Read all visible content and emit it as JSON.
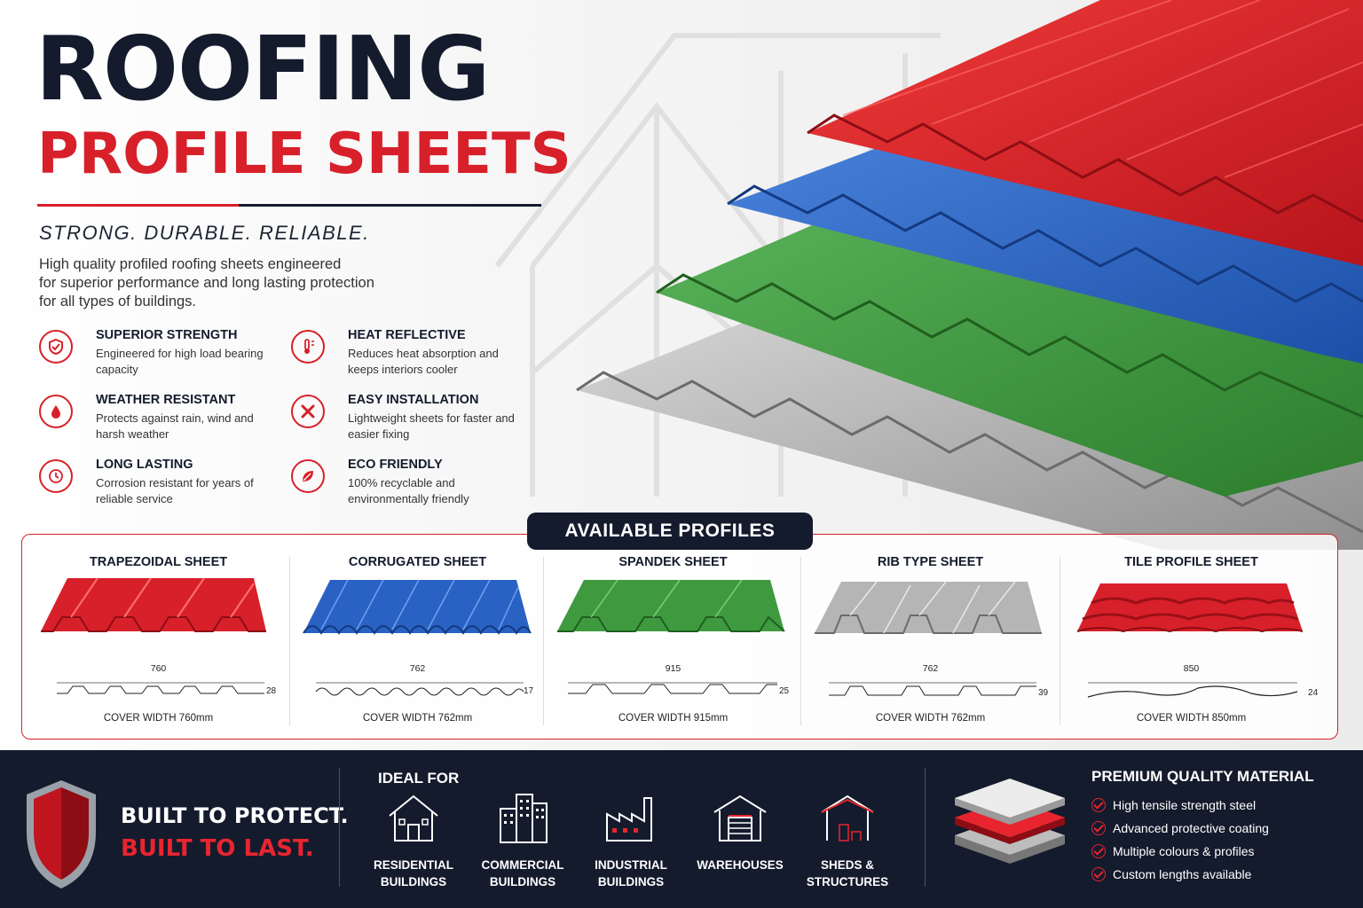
{
  "header": {
    "title_line1": "ROOFING",
    "title_line2": "PROFILE SHEETS",
    "tagline": "STRONG. DURABLE. RELIABLE.",
    "description": [
      "High quality profiled roofing sheets engineered",
      "for superior performance and long lasting protection",
      "for all types of buildings."
    ]
  },
  "features": [
    {
      "title": "SUPERIOR STRENGTH",
      "desc": "Engineered for high load bearing capacity",
      "icon": "shield-icon"
    },
    {
      "title": "HEAT REFLECTIVE",
      "desc": "Reduces heat absorption and keeps interiors cooler",
      "icon": "thermometer-icon"
    },
    {
      "title": "WEATHER RESISTANT",
      "desc": "Protects against rain, wind and harsh weather",
      "icon": "droplet-icon"
    },
    {
      "title": "EASY INSTALLATION",
      "desc": "Lightweight sheets for faster and easier fixing",
      "icon": "tools-icon"
    },
    {
      "title": "LONG LASTING",
      "desc": "Corrosion resistant for years of reliable service",
      "icon": "clock-icon"
    },
    {
      "title": "ECO FRIENDLY",
      "desc": "100% recyclable and environmentally friendly",
      "icon": "leaf-icon"
    }
  ],
  "profiles": {
    "label": "AVAILABLE PROFILES",
    "items": [
      {
        "name": "TRAPEZOIDAL SHEET",
        "width": "760",
        "height": "28",
        "cover": "COVER WIDTH 760mm",
        "color": "#d8202a"
      },
      {
        "name": "CORRUGATED SHEET",
        "width": "762",
        "height": "17",
        "cover": "COVER WIDTH 762mm",
        "color": "#2a62c4"
      },
      {
        "name": "SPANDEK SHEET",
        "width": "915",
        "height": "25",
        "cover": "COVER WIDTH 915mm",
        "color": "#3f9a3f"
      },
      {
        "name": "RIB TYPE SHEET",
        "width": "762",
        "height": "39",
        "cover": "COVER WIDTH 762mm",
        "color": "#a9a9a9"
      },
      {
        "name": "TILE PROFILE SHEET",
        "width": "850",
        "height": "24",
        "cover": "COVER WIDTH 850mm",
        "color": "#d8202a"
      }
    ]
  },
  "footer": {
    "built_line1": "BUILT TO PROTECT.",
    "built_line2": "BUILT TO LAST.",
    "ideal_title": "IDEAL FOR",
    "ideal": [
      {
        "label": "RESIDENTIAL BUILDINGS",
        "icon": "house-icon"
      },
      {
        "label": "COMMERCIAL BUILDINGS",
        "icon": "office-building-icon"
      },
      {
        "label": "INDUSTRIAL BUILDINGS",
        "icon": "factory-icon"
      },
      {
        "label": "WAREHOUSES",
        "icon": "warehouse-icon"
      },
      {
        "label": "SHEDS & STRUCTURES",
        "icon": "shed-icon"
      }
    ],
    "premium_title": "PREMIUM QUALITY MATERIAL",
    "premium": [
      "High tensile strength steel",
      "Advanced protective coating",
      "Multiple colours & profiles",
      "Custom lengths available"
    ]
  },
  "colors": {
    "accent": "#d8202a",
    "navy": "#141b2d",
    "blue": "#2a62c4",
    "green": "#3f9a3f",
    "grey": "#a9a9a9"
  }
}
